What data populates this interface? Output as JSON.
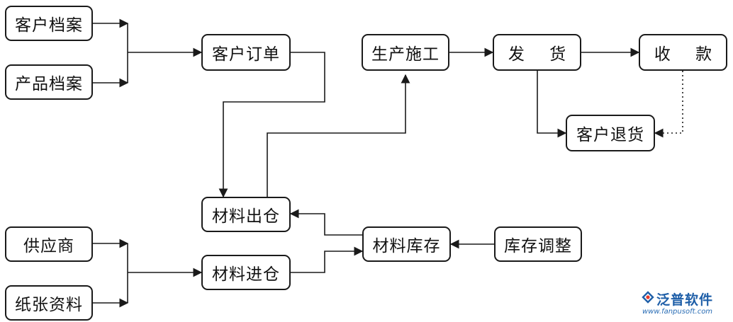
{
  "diagram": {
    "nodes": {
      "customer_file": "客户档案",
      "product_file": "产品档案",
      "customer_order": "客户订单",
      "production": "生产施工",
      "shipping": "发 货",
      "payment": "收 款",
      "customer_return": "客户退货",
      "material_out": "材料出仓",
      "supplier": "供应商",
      "paper_data": "纸张资料",
      "material_in": "材料进仓",
      "material_stock": "材料库存",
      "stock_adjust": "库存调整"
    },
    "line_color": "#1a1a1a"
  },
  "logo": {
    "name": "泛普软件",
    "url": "www.fanpusoft.com",
    "color": "#1f5fa8",
    "accent_color": "#e8392b"
  }
}
